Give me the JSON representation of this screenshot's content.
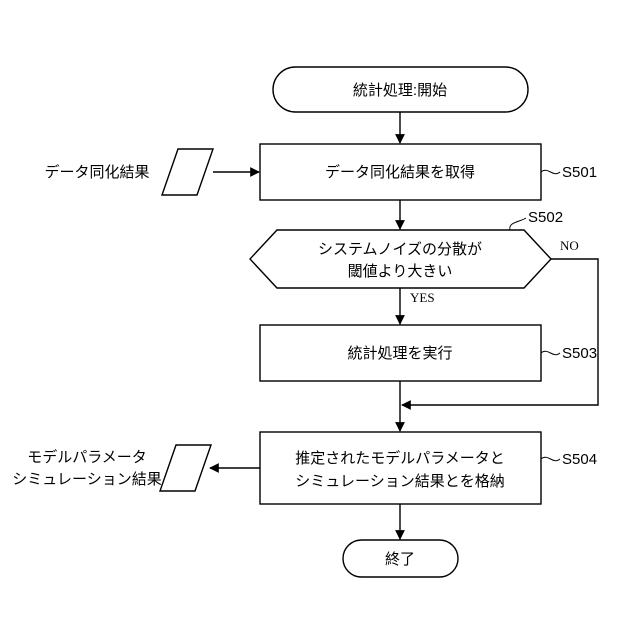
{
  "start": "統計処理:開始",
  "input": {
    "label": "データ同化結果"
  },
  "steps": {
    "s501": {
      "text": "データ同化結果を取得",
      "id": "S501"
    },
    "s502": {
      "line1": "システムノイズの分散が",
      "line2": "閾値より大きい",
      "id": "S502",
      "yes": "YES",
      "no": "NO"
    },
    "s503": {
      "text": "統計処理を実行",
      "id": "S503"
    },
    "s504": {
      "line1": "推定されたモデルパラメータと",
      "line2": "シミュレーション結果とを格納",
      "id": "S504"
    }
  },
  "output": {
    "line1": "モデルパラメータ",
    "line2": "シミュレーション結果"
  },
  "end": "終了"
}
